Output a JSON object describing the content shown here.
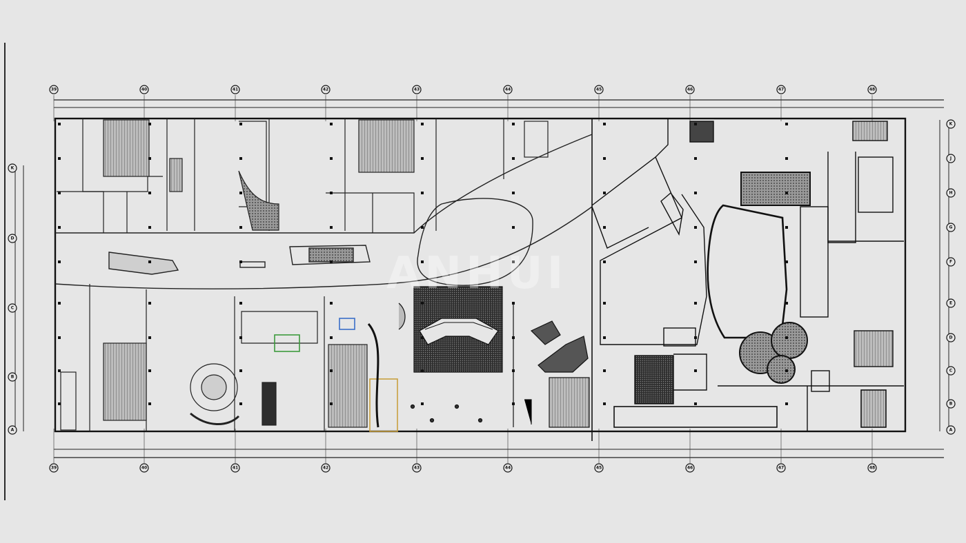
{
  "drawing": {
    "type": "architectural floor plan (CAD)",
    "watermark": "ANHUI",
    "colors": {
      "background": "#e6e6e6",
      "line": "#1a1a1a",
      "hatch": "#7a7a7a",
      "accent_yellow": "#c8a040",
      "accent_blue": "#3a6ec8",
      "accent_green": "#3c9a3c"
    }
  },
  "grid": {
    "top_bubbles": [
      "39",
      "40",
      "41",
      "42",
      "43",
      "44",
      "45",
      "46",
      "47",
      "48"
    ],
    "bottom_bubbles": [
      "39",
      "40",
      "41",
      "42",
      "43",
      "44",
      "45",
      "46",
      "47",
      "48"
    ],
    "left_bubbles": [
      "K",
      "D",
      "C",
      "B",
      "A"
    ],
    "right_bubbles": [
      "K",
      "J",
      "H",
      "G",
      "F",
      "E",
      "D",
      "C",
      "B",
      "A"
    ]
  }
}
